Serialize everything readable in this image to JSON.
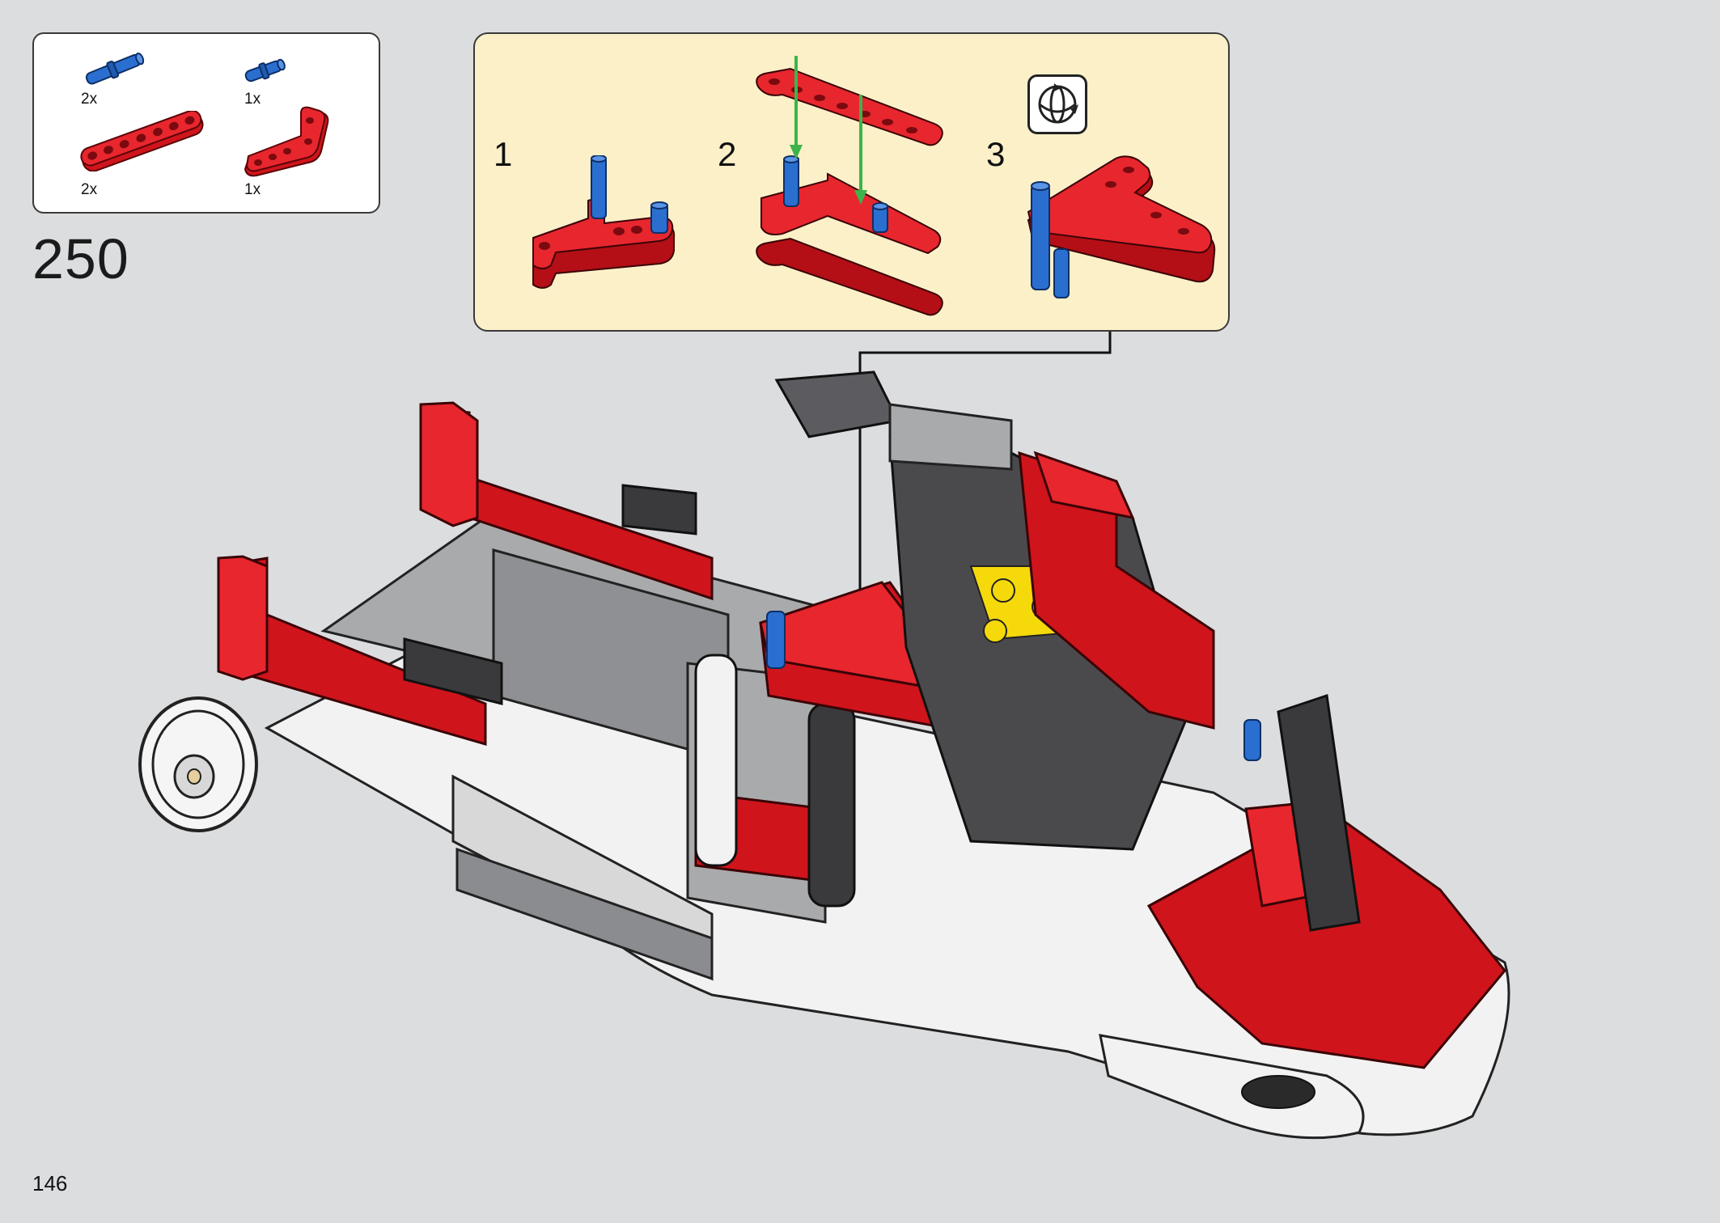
{
  "page": {
    "step_number": "250",
    "page_number": "146"
  },
  "parts_list": [
    {
      "name": "blue-axle-pin-long",
      "qty": "2x"
    },
    {
      "name": "blue-axle-pin",
      "qty": "1x"
    },
    {
      "name": "red-beam-7",
      "qty": "2x"
    },
    {
      "name": "red-angled-beam",
      "qty": "1x"
    }
  ],
  "sub_assembly": {
    "steps": [
      "1",
      "2",
      "3"
    ],
    "rotate_icon": "rotate-icon"
  },
  "colors": {
    "background": "#dcdddf",
    "sub_assembly_bg": "#fcf0c8",
    "lego_red": "#d0141c",
    "lego_blue": "#2a6fd0",
    "arrow_green": "#3cb44b",
    "lego_dark_gray": "#4a4a4d",
    "lego_light_gray": "#a9aaac",
    "lego_yellow": "#f5d90a",
    "lego_white": "#f7f7f7"
  }
}
